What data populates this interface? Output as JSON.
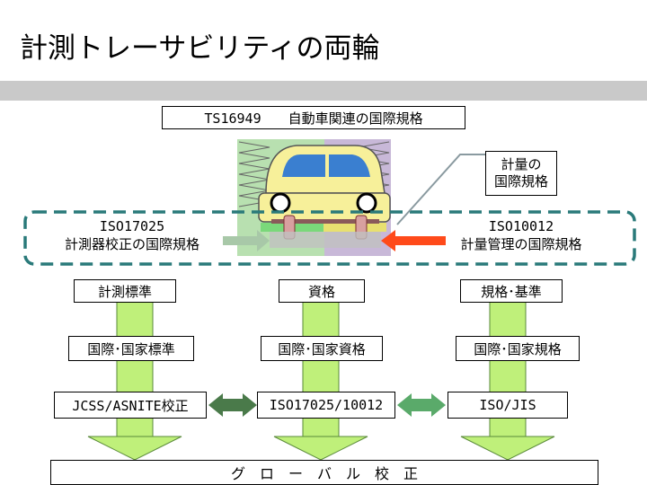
{
  "title": "計測トレーサビリティの両輪",
  "top_box": "TS16949　　自動車関連の国際規格",
  "callout_right_top": [
    "計量の",
    "国際規格"
  ],
  "left_standard": [
    "ISO17025",
    "計測器校正の国際規格"
  ],
  "right_standard": [
    "ISO10012",
    "計量管理の国際規格"
  ],
  "columns": [
    {
      "row1": "計測標準",
      "row2": "国際･国家標準",
      "row3": "JCSS/ASNITE校正"
    },
    {
      "row1": "資格",
      "row2": "国際･国家資格",
      "row3": "ISO17025/10012"
    },
    {
      "row1": "規格･基準",
      "row2": "国際･国家規格",
      "row3": "ISO/JIS"
    }
  ],
  "bottom_bar": "グ　ロ　ー　バ　ル　校　正",
  "colors": {
    "accent_red": "#ff0000",
    "dashed_frame": "#2a7a7a",
    "arrow_green": "#bff07a",
    "car_body": "#f7f09a",
    "car_window": "#3a7fd0"
  }
}
